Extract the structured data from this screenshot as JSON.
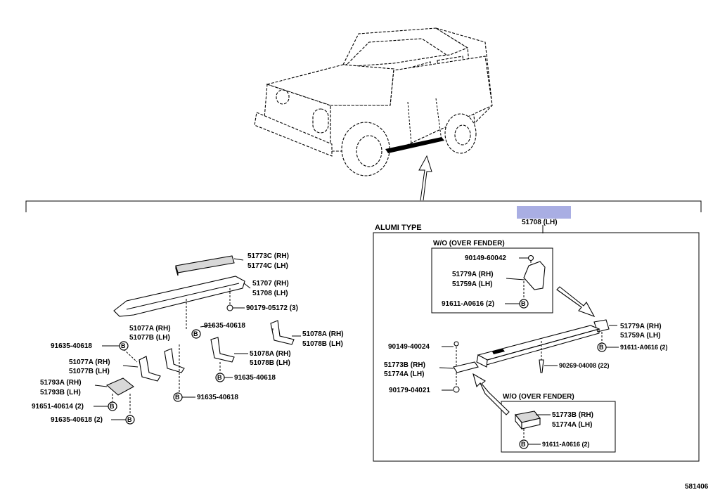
{
  "labels": {
    "part_51708_top": "51708 (LH)",
    "alumi_type": "ALUMI TYPE",
    "wo_over_fender_1": "W/O (OVER FENDER)",
    "wo_over_fender_2": "W/O (OVER FENDER)",
    "l_51773C": "51773C (RH)",
    "l_51774C": "51774C (LH)",
    "l_51707": "51707 (RH)",
    "l_51708": "51708 (LH)",
    "l_90179_05172": "90179-05172 (3)",
    "l_91635_40618_a": "91635-40618",
    "l_51078A_a": "51078A (RH)",
    "l_51078B_a": "51078B (LH)",
    "l_51077A_a": "51077A (RH)",
    "l_51077B_a": "51077B (LH)",
    "l_91635_40618_b": "91635-40618",
    "l_51078A_b": "51078A (RH)",
    "l_51078B_b": "51078B (LH)",
    "l_91635_40618_c": "91635-40618",
    "l_51077A_b": "51077A (RH)",
    "l_51077B_b": "51077B (LH)",
    "l_51793A": "51793A (RH)",
    "l_51793B": "51793B (LH)",
    "l_91651_40614": "91651-40614 (2)",
    "l_91635_40618_2": "91635-40618 (2)",
    "l_91635_40618_d": "91635-40618",
    "r_90149_60042": "90149-60042",
    "r_51779A_a": "51779A (RH)",
    "r_51759A_a": "51759A (LH)",
    "r_91611_A0616_a": "91611-A0616 (2)",
    "r_51779A_b": "51779A (RH)",
    "r_51759A_b": "51759A (LH)",
    "r_91611_A0616_b": "91611-A0616 (2)",
    "r_90149_40024": "90149-40024",
    "r_51773B_a": "51773B (RH)",
    "r_51774A_a": "51774A (LH)",
    "r_90269_04008": "90269-04008 (22)",
    "r_90179_04021": "90179-04021",
    "r_51773B_b": "51773B (RH)",
    "r_51774A_b": "51774A (LH)",
    "r_91611_A0616_c": "91611-A0616 (2)",
    "bolt_letter": "B",
    "diagram_code": "581406"
  },
  "colors": {
    "highlight_box": "#a9aee3",
    "line": "#000000"
  }
}
